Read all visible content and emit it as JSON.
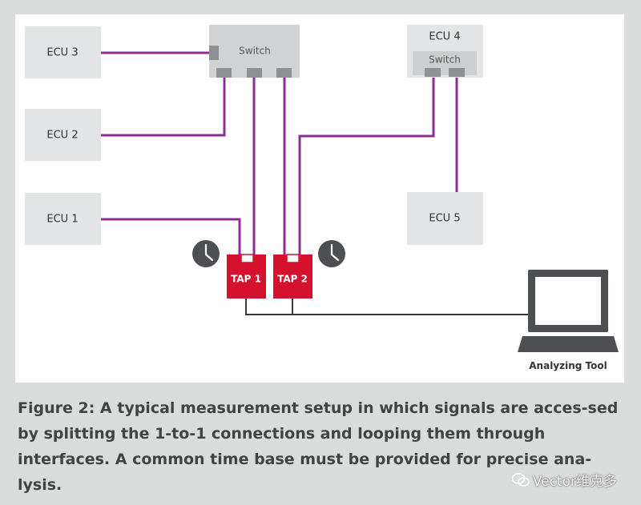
{
  "diagram": {
    "ecus": {
      "ecu1": "ECU 1",
      "ecu2": "ECU 2",
      "ecu3": "ECU 3",
      "ecu4": "ECU 4",
      "ecu5": "ECU 5"
    },
    "switch_label": "Switch",
    "ecu4_switch_label": "Switch",
    "taps": [
      "TAP 1",
      "TAP 2"
    ],
    "analyzing_tool_label": "Analyzing Tool",
    "colors": {
      "link": "#8b2d8f",
      "tap": "#d4122d",
      "box": "#e3e4e5",
      "port": "#8d8f92",
      "clock": "#4d4f53"
    },
    "icons": [
      "clock-icon",
      "clock-icon",
      "laptop-icon"
    ]
  },
  "caption": "Figure 2: A typical measurement setup in which signals are acces-sed by splitting the 1-to-1 connections and looping them through interfaces. A common time base must be provided for precise ana-lysis.",
  "watermark": "Vector维克多"
}
